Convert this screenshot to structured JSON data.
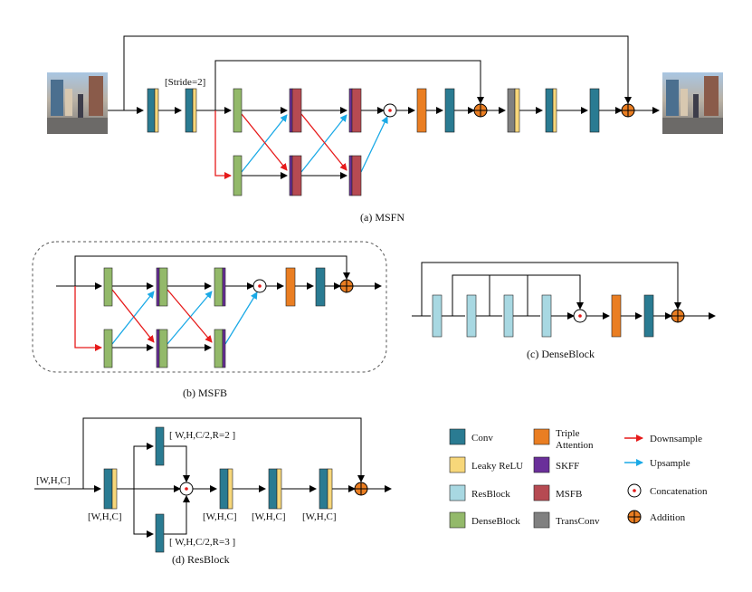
{
  "captions": {
    "a": "(a) MSFN",
    "b": "(b) MSFB",
    "c": "(c) DenseBlock",
    "d": "(d) ResBlock"
  },
  "labels": {
    "stride": "[Stride=2]",
    "input_dim": "[W,H,C]",
    "dim_after_conv": "[W,H,C]",
    "dim_r2": "[ W,H,C/2,R=2 ]",
    "dim_r3": "[ W,H,C/2,R=3 ]",
    "dim_1": "[W,H,C]",
    "dim_2": "[W,H,C]",
    "dim_3": "[W,H,C]"
  },
  "legend": {
    "conv": "Conv",
    "leaky": "Leaky ReLU",
    "resblock": "ResBlock",
    "denseblock": "DenseBlock",
    "triple_1": "Triple",
    "triple_2": "Attention",
    "skff": "SKFF",
    "msfb": "MSFB",
    "transconv": "TransConv",
    "downsample": "Downsample",
    "upsample": "Upsample",
    "concatenation": "Concatenation",
    "addition": "Addition"
  },
  "colors": {
    "conv": "#2a7b92",
    "leaky": "#f7d77a",
    "resblock": "#a8d8e2",
    "denseblock": "#93b96a",
    "triple": "#ea7e22",
    "skff": "#6a2f9a",
    "msfb": "#b64a52",
    "transconv": "#808080",
    "down_arrow": "#e61a1a",
    "up_arrow": "#1aa9e6",
    "line": "#000000"
  }
}
